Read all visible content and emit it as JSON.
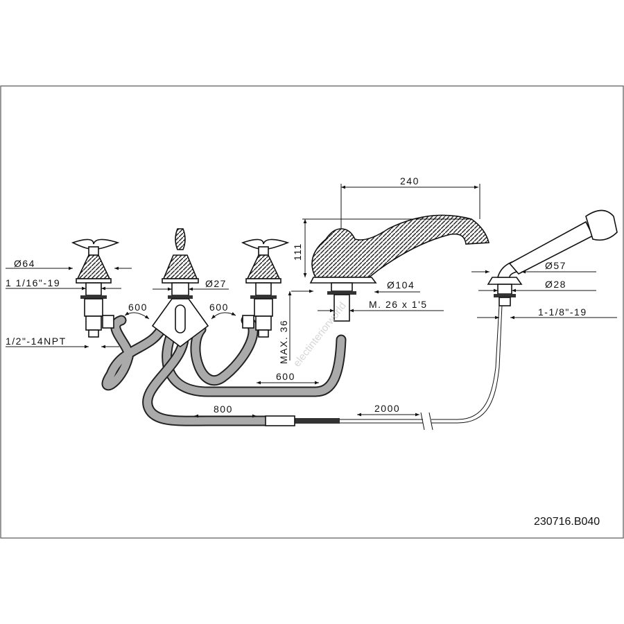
{
  "drawing": {
    "code": "230716.B040",
    "watermark": "electinteriorworld",
    "dimensions": {
      "handle_diameter": "Ø64",
      "handle_thread": "1 1/16\"-19",
      "inlet_thread": "1/2\"-14NPT",
      "hose_left": "600",
      "hose_right": "600",
      "center_diameter": "Ø27",
      "max_deck": "MAX. 36",
      "spout_height": "111",
      "spout_reach": "240",
      "spout_base_diameter": "Ø104",
      "spout_thread": "M. 26 x 1'5",
      "spout_hose": "600",
      "diverter_hose": "800",
      "shower_hose": "2000",
      "shower_base_diameter": "Ø57",
      "shower_shank_diameter": "Ø28",
      "shower_thread": "1-1/8\"-19"
    }
  }
}
